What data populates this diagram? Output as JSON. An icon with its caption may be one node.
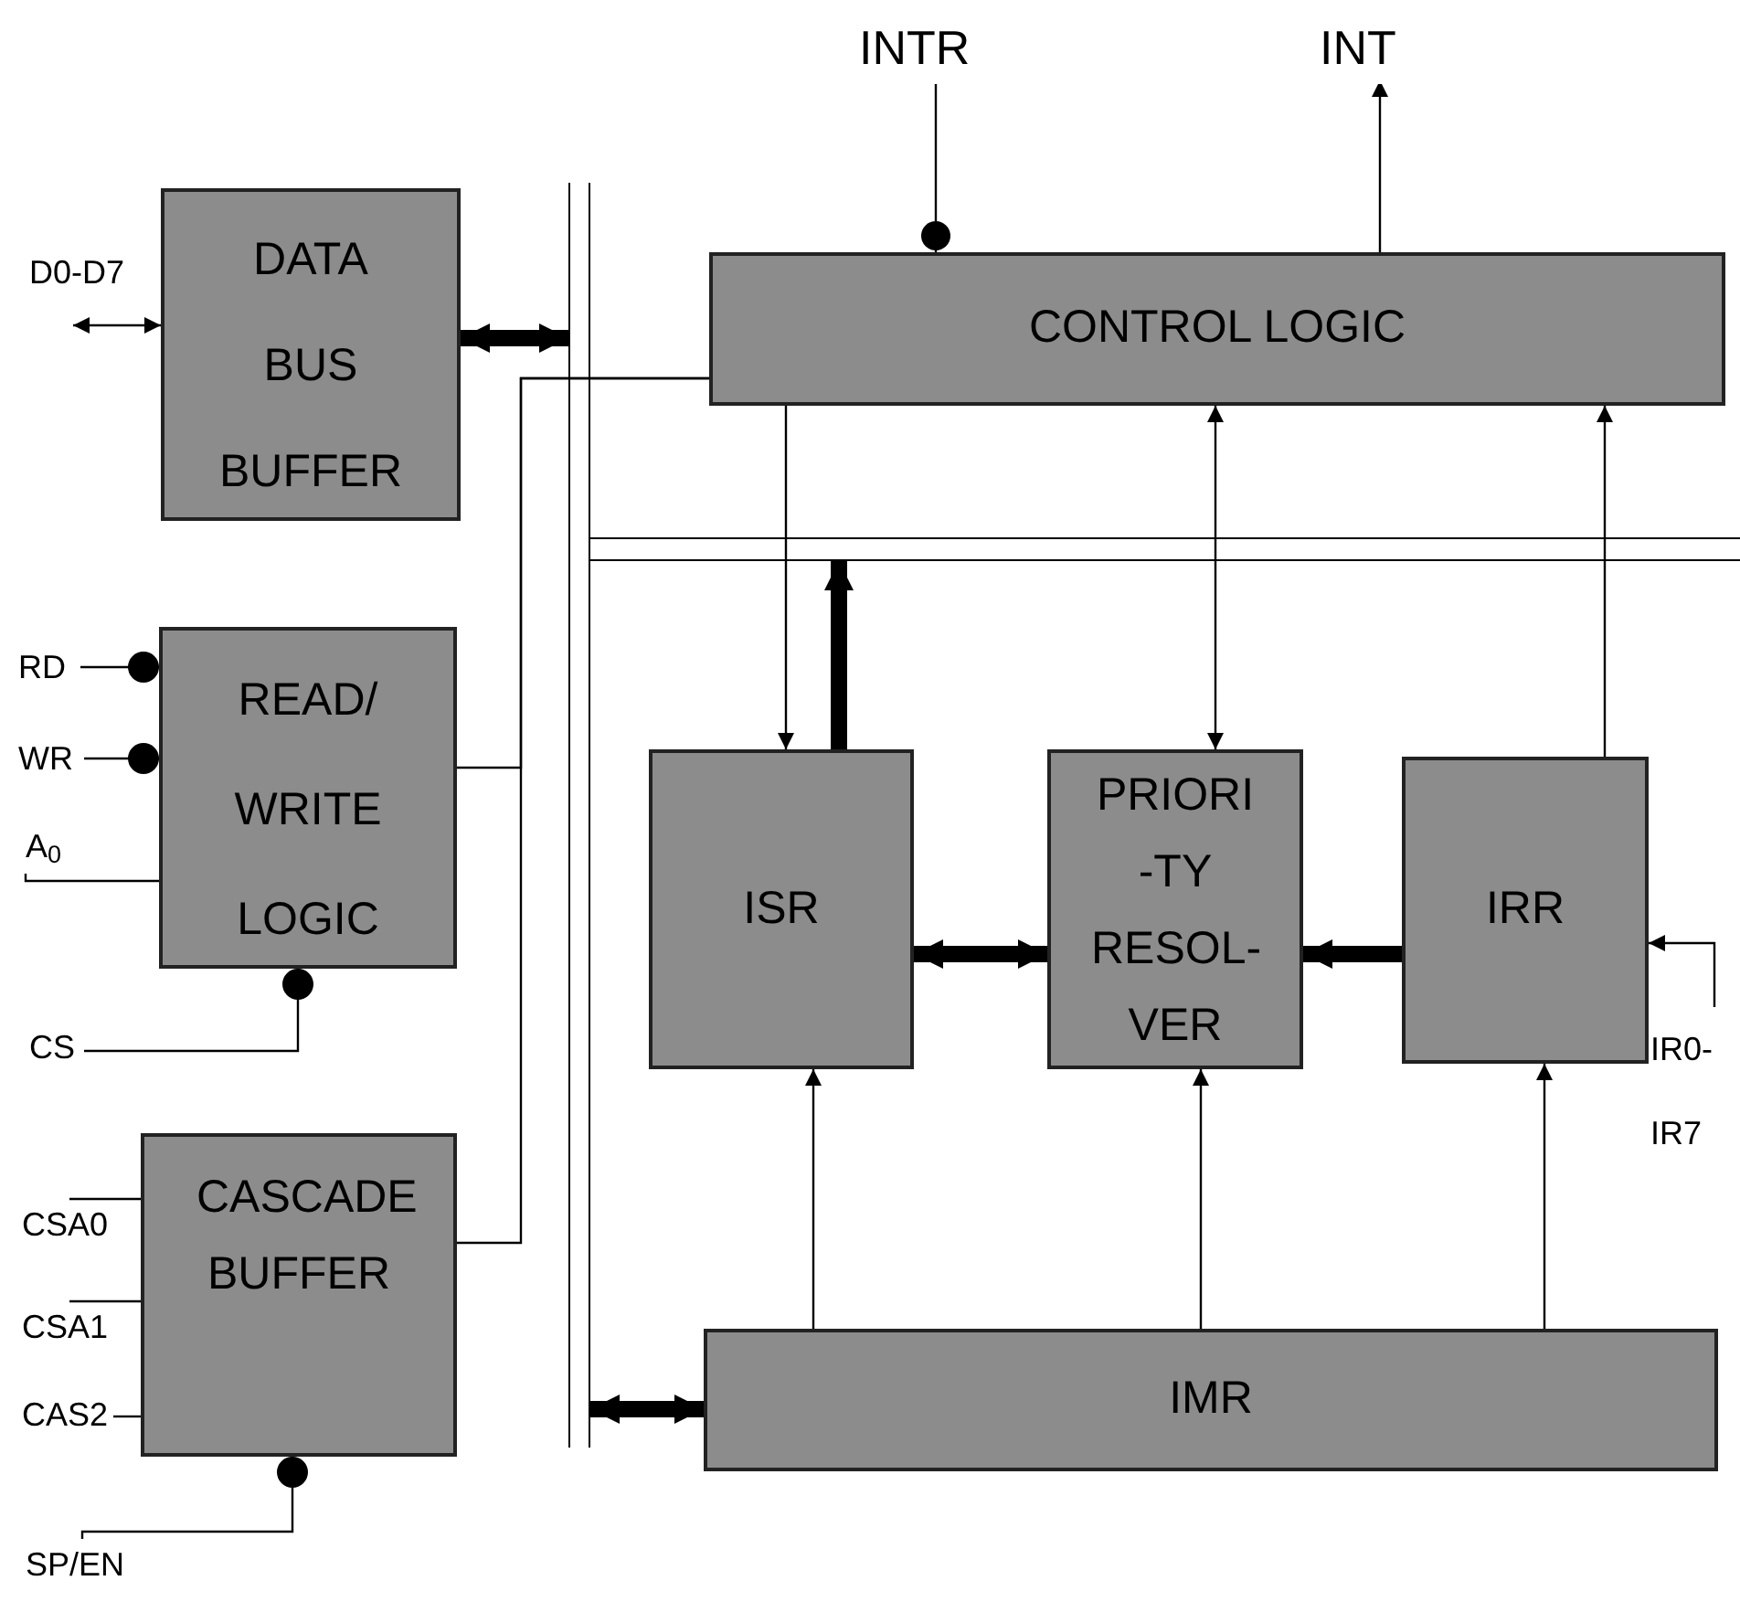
{
  "diagram": {
    "nodes": [
      {
        "text": [
          "INTR"
        ]
      },
      {
        "text": [
          "INT"
        ]
      },
      {
        "text": [
          "DATA BUS BUFFER"
        ]
      },
      {
        "text": [
          "CONTROL LOGIC"
        ]
      },
      {
        "text": [],
        "shape": "bar"
      },
      {
        "text": [],
        "shape": "bar"
      },
      {
        "text": [
          "RD"
        ]
      },
      {
        "text": [
          "WR"
        ]
      },
      {
        "text": [
          "A$_{0}$"
        ]
      },
      {
        "text": [
          "READ/ WRITE LOGIC"
        ]
      },
      {
        "text": [
          "CS"
        ]
      },
      {
        "text": [
          "ISR"
        ]
      },
      {
        "text": [
          "PRIORI -TY RESOL- VER"
        ]
      },
      {
        "text": [
          "IRR"
        ]
      },
      {
        "text": [
          "IR0- IR7"
        ]
      },
      {
        "text": [
          "CSA0"
        ]
      },
      {
        "text": [
          "CASCADE BUFFER"
        ]
      },
      {
        "text": [
          "CSA1"
        ]
      },
      {
        "text": [
          "CAS2"
        ]
      },
      {
        "text": [
          "IMR"
        ]
      },
      {
        "text": [
          "SP/EN"
        ]
      }
    ],
    "edges": [
      {
        "from": 0,
        "to": 3,
        "arrow": "to"
      },
      {
        "from": 3,
        "to": 1,
        "arrow": "to"
      },
      {
        "from": null,
        "to": 2,
        "arrow": "both"
      },
      {
        "from": 2,
        "to": 4,
        "arrow": "both",
        "style": "thick"
      },
      {
        "from": 6,
        "to": 9,
        "arrow": "other"
      },
      {
        "from": 7,
        "to": 9,
        "arrow": "other"
      },
      {
        "from": 8,
        "to": 9,
        "arrow": "none"
      },
      {
        "from": 10,
        "to": 9,
        "arrow": "other"
      },
      {
        "from": 3,
        "to": 9,
        "arrow": "none"
      },
      {
        "from": 3,
        "to": 16,
        "arrow": "none"
      },
      {
        "from": 3,
        "to": 11,
        "arrow": "to"
      },
      {
        "from": 11,
        "to": 5,
        "arrow": "to",
        "style": "thick"
      },
      {
        "from": 3,
        "to": 12,
        "arrow": "both"
      },
      {
        "from": 13,
        "to": 3,
        "arrow": "to"
      },
      {
        "from": 11,
        "to": 12,
        "arrow": "both",
        "style": "thick"
      },
      {
        "from": 13,
        "to": 12,
        "arrow": "to",
        "style": "thick"
      },
      {
        "from": 14,
        "to": 13,
        "arrow": "to"
      },
      {
        "from": 15,
        "to": 16,
        "arrow": "none"
      },
      {
        "from": 17,
        "to": 16,
        "arrow": "none"
      },
      {
        "from": 18,
        "to": 16,
        "arrow": "none"
      },
      {
        "from": 19,
        "to": 11,
        "arrow": "to"
      },
      {
        "from": 19,
        "to": 12,
        "arrow": "to"
      },
      {
        "from": 19,
        "to": 13,
        "arrow": "to"
      },
      {
        "from": 4,
        "to": 19,
        "arrow": "both",
        "style": "thick"
      },
      {
        "from": 20,
        "to": 16,
        "arrow": "other"
      }
    ],
    "labels": [
      "D0-D7"
    ]
  }
}
